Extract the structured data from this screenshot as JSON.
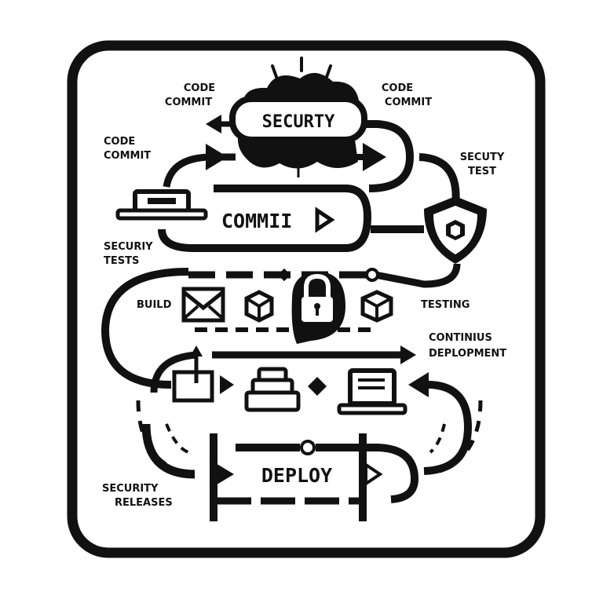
{
  "diagram": {
    "main_labels": {
      "security": "SECURTY",
      "commit": "COMMII",
      "deploy": "DEPLOY"
    },
    "side_labels": {
      "code_commit_top_left_1": "CODE",
      "code_commit_top_left_2": "COMMIT",
      "code_commit_top_right_1": "CODE",
      "code_commit_top_right_2": "COMMIT",
      "code_commit_left_1": "CODE",
      "code_commit_left_2": "COMMIT",
      "secuty_test_1": "SECUTY",
      "secuty_test_2": "TEST",
      "security_tests_1": "SECURIY",
      "security_tests_2": "TESTS",
      "build": "BUILD",
      "testing": "TESTING",
      "continuous_deployment_1": "CONTINIUS",
      "continuous_deployment_2": "DEPLOPMENT",
      "security_releases_1": "SECURITY",
      "security_releases_2": "RELEASES"
    },
    "colors": {
      "ink": "#111111",
      "paper": "#ffffff"
    },
    "icons": [
      "cloud-icon",
      "laptop-icon",
      "shield-icon",
      "envelope-icon",
      "box-icon",
      "lock-icon",
      "cube-icon",
      "upload-icon",
      "stack-icon",
      "diamond-icon",
      "monitor-icon"
    ]
  }
}
